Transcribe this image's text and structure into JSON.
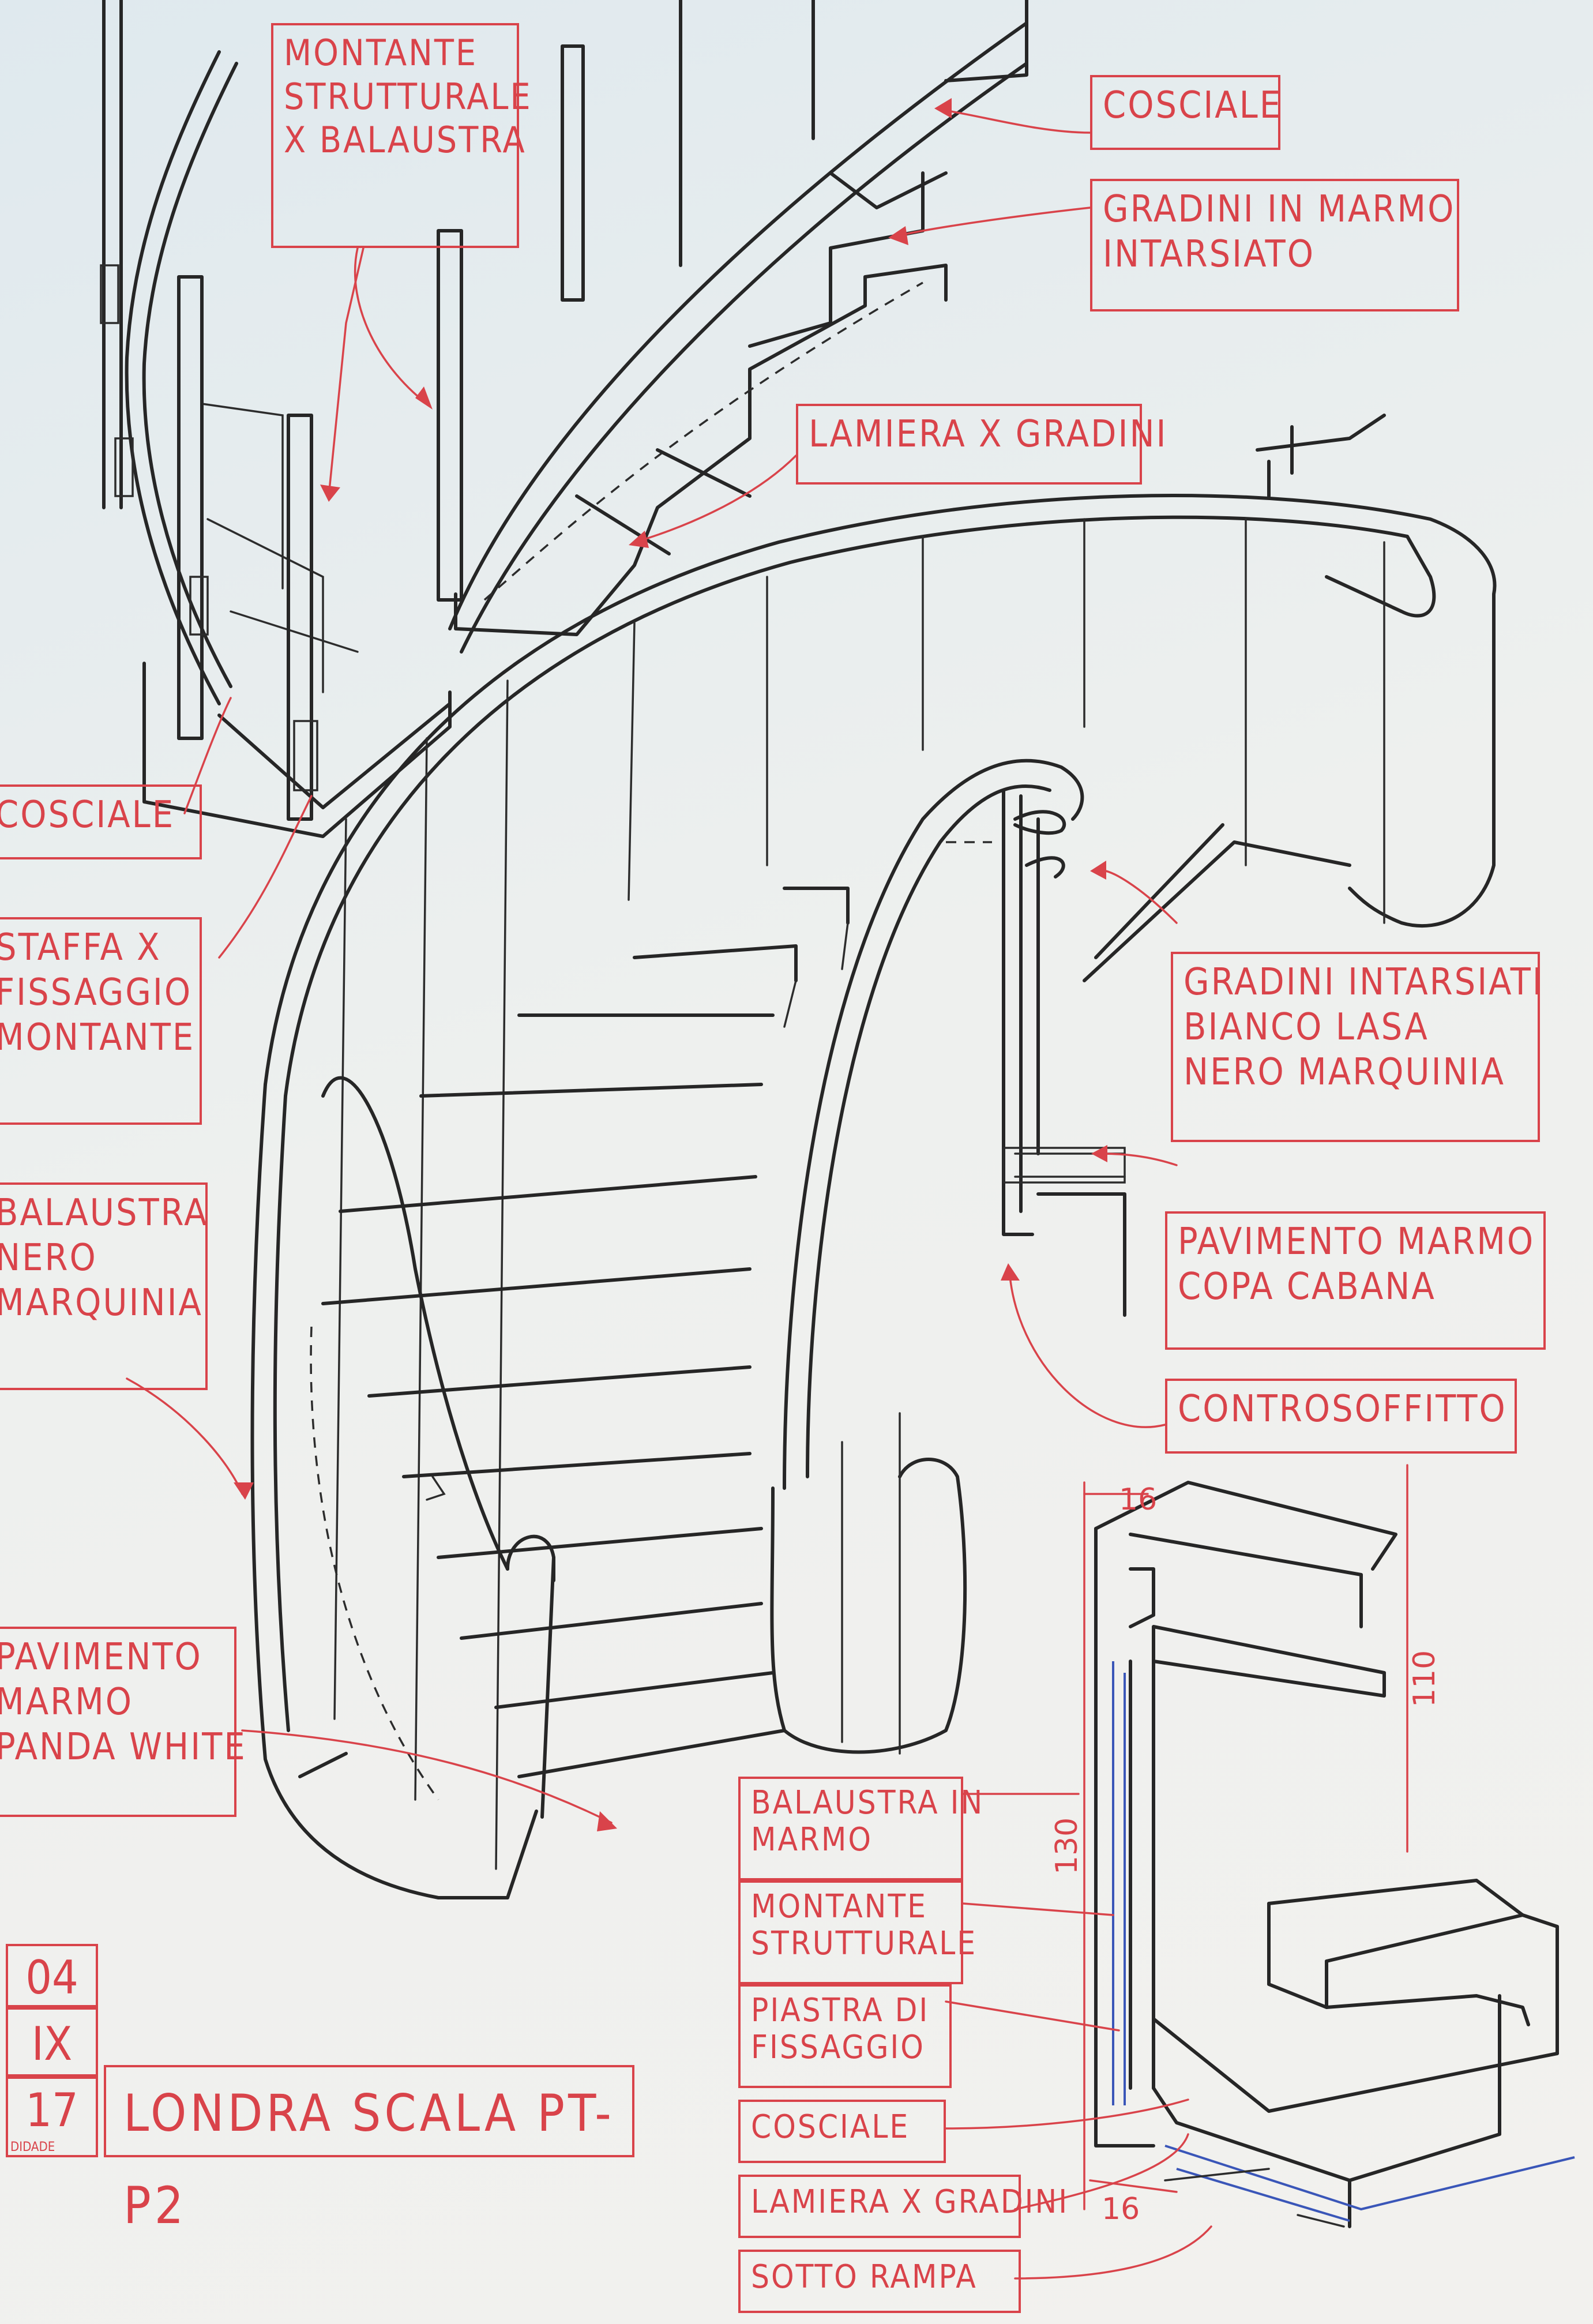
{
  "labels": {
    "montante_strutturale_balaustra": [
      "MONTANTE",
      "STRUTTURALE",
      "X BALAUSTRA"
    ],
    "cosciale_top": [
      "COSCIALE"
    ],
    "gradini_marmo_intarsiato": [
      "GRADINI IN MARMO",
      "INTARSIATO"
    ],
    "lamiera_gradini_top": [
      "LAMIERA X GRADINI"
    ],
    "cosciale_left": [
      "COSCIALE"
    ],
    "staffa_fissaggio": [
      "STAFFA X",
      "FISSAGGIO",
      "MONTANTE"
    ],
    "gradini_intarsiati": [
      "GRADINI INTARSIATI",
      "BIANCO LASA",
      "NERO MARQUINIA"
    ],
    "balaustra_nero": [
      "BALAUSTRA",
      "NERO",
      "MARQUINIA"
    ],
    "pavimento_copa": [
      "PAVIMENTO MARMO",
      "COPA CABANA"
    ],
    "controsoffitto": [
      "CONTROSOFFITTO"
    ],
    "pavimento_panda": [
      "PAVIMENTO",
      "MARMO",
      "PANDA WHITE"
    ],
    "balaustra_marmo": [
      "BALAUSTRA IN",
      "MARMO"
    ],
    "montante_strutturale": [
      "MONTANTE",
      "STRUTTURALE"
    ],
    "piastra_fissaggio": [
      "PIASTRA DI",
      "FISSAGGIO"
    ],
    "cosciale_bottom": [
      "COSCIALE"
    ],
    "lamiera_gradini_bottom": [
      "LAMIERA X GRADINI"
    ],
    "sotto_rampa": [
      "SOTTO RAMPA"
    ]
  },
  "dimensions": {
    "d16_top": "16",
    "d110": "110",
    "d130": "130",
    "d16_bottom": "16"
  },
  "title_block": {
    "date": [
      "04",
      "IX",
      "17"
    ],
    "stamp": "DIDADE",
    "title": "LONDRA SCALA PT-P2"
  },
  "colors": {
    "ink": "#262626",
    "annotation_red": "#d9434a",
    "detail_blue": "#3a56b8",
    "paper": "#eef0ee"
  }
}
